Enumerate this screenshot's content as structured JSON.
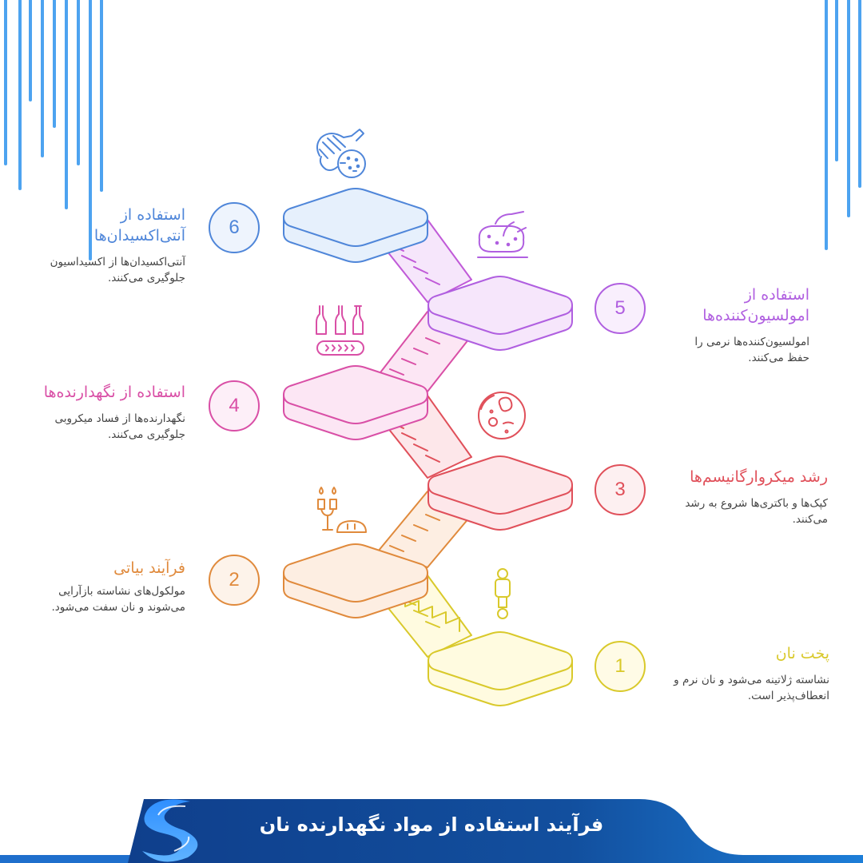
{
  "title": "فرآیند استفاده از مواد نگهدارنده نان",
  "colors": {
    "decor_lines": "#4da3f0",
    "banner_dark": "#0f4a99",
    "banner_light": "#1e88e5",
    "step1": "#d9c92b",
    "step2": "#e08a3c",
    "step3": "#e0505a",
    "step4": "#d94fa6",
    "step5": "#b05fe0",
    "step6": "#4f86d9"
  },
  "steps": [
    {
      "number": "1",
      "title": "پخت نان",
      "description": "نشاسته ژلاتینه می‌شود و نان نرم و انعطاف‌پذیر است.",
      "icon": "person-icon",
      "side": "right"
    },
    {
      "number": "2",
      "title": "فرآیند بیاتی",
      "description": "مولکول‌های نشاسته بازآرایی می‌شوند و نان سفت می‌شود.",
      "icon": "wine-bread-icon",
      "side": "left"
    },
    {
      "number": "3",
      "title": "رشد میکروارگانیسم‌ها",
      "description": "کپک‌ها و باکتری‌ها شروع به رشد می‌کنند.",
      "icon": "petri-dish-icon",
      "side": "right"
    },
    {
      "number": "4",
      "title": "استفاده از نگهدارنده‌ها",
      "description": "نگهدارنده‌ها از فساد میکروبی جلوگیری می‌کنند.",
      "icon": "bottles-conveyor-icon",
      "side": "left"
    },
    {
      "number": "5",
      "title": "استفاده از امولسیون‌کننده‌ها",
      "description": "امولسیون‌کننده‌ها نرمی را حفظ می‌کنند.",
      "icon": "hand-dough-icon",
      "side": "right"
    },
    {
      "number": "6",
      "title": "استفاده از آنتی‌اکسیدان‌ها",
      "description": "آنتی‌اکسیدان‌ها از اکسیداسیون جلوگیری می‌کنند.",
      "icon": "fruit-slice-icon",
      "side": "left"
    }
  ]
}
